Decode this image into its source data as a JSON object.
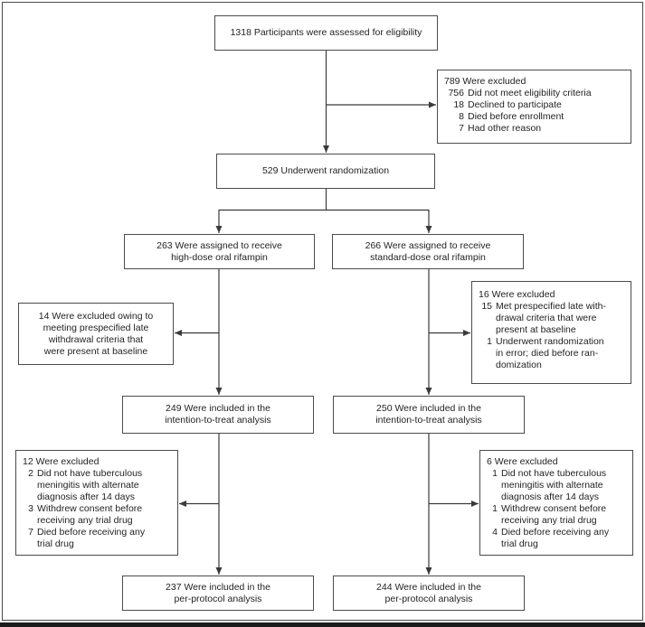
{
  "colors": {
    "background": "#ffffff",
    "box_border": "#4b4b4b",
    "arrow_line": "#3a3a3a",
    "text": "#262223",
    "bottom_rule": "#1b1b1b"
  },
  "flow": {
    "assessed": "1318 Participants were assessed for eligibility",
    "excluded_assessment": {
      "title": "789 Were excluded",
      "items": [
        {
          "num": "756",
          "text": "Did not meet eligibility criteria"
        },
        {
          "num": "18",
          "text": "Declined to participate"
        },
        {
          "num": "8",
          "text": "Died before enrollment"
        },
        {
          "num": "7",
          "text": "Had other reason"
        }
      ]
    },
    "randomized": "529 Underwent randomization",
    "high_dose": {
      "assigned": "263 Were assigned to receive\nhigh-dose oral rifampin",
      "late_withdrawal_excluded": "14 Were excluded owing to\nmeeting prespecified late\nwithdrawal criteria that\nwere present at baseline",
      "itt": "249 Were included in the\nintention-to-treat analysis",
      "pp_excluded": {
        "title": "12 Were excluded",
        "items": [
          {
            "num": "2",
            "text": "Did not have tuberculous\nmeningitis with alternate\ndiagnosis after 14 days"
          },
          {
            "num": "3",
            "text": "Withdrew consent before\nreceiving any trial drug"
          },
          {
            "num": "7",
            "text": "Died before receiving any\ntrial drug"
          }
        ]
      },
      "pp": "237 Were included in the\nper-protocol analysis"
    },
    "standard_dose": {
      "assigned": "266 Were assigned to receive\nstandard-dose oral rifampin",
      "late_withdrawal_excluded": {
        "title": "16 Were excluded",
        "items": [
          {
            "num": "15",
            "text": "Met prespecified late with-\ndrawal criteria that were\npresent at baseline"
          },
          {
            "num": "1",
            "text": "Underwent randomization\nin error; died before ran-\ndomization"
          }
        ]
      },
      "itt": "250 Were included in the\nintention-to-treat analysis",
      "pp_excluded": {
        "title": "6 Were excluded",
        "items": [
          {
            "num": "1",
            "text": "Did not have tuberculous\nmeningitis with alternate\ndiagnosis after 14 days"
          },
          {
            "num": "1",
            "text": "Withdrew consent before\nreceiving any trial drug"
          },
          {
            "num": "4",
            "text": "Died before receiving any\ntrial drug"
          }
        ]
      },
      "pp": "244 Were included in the\nper-protocol analysis"
    }
  }
}
